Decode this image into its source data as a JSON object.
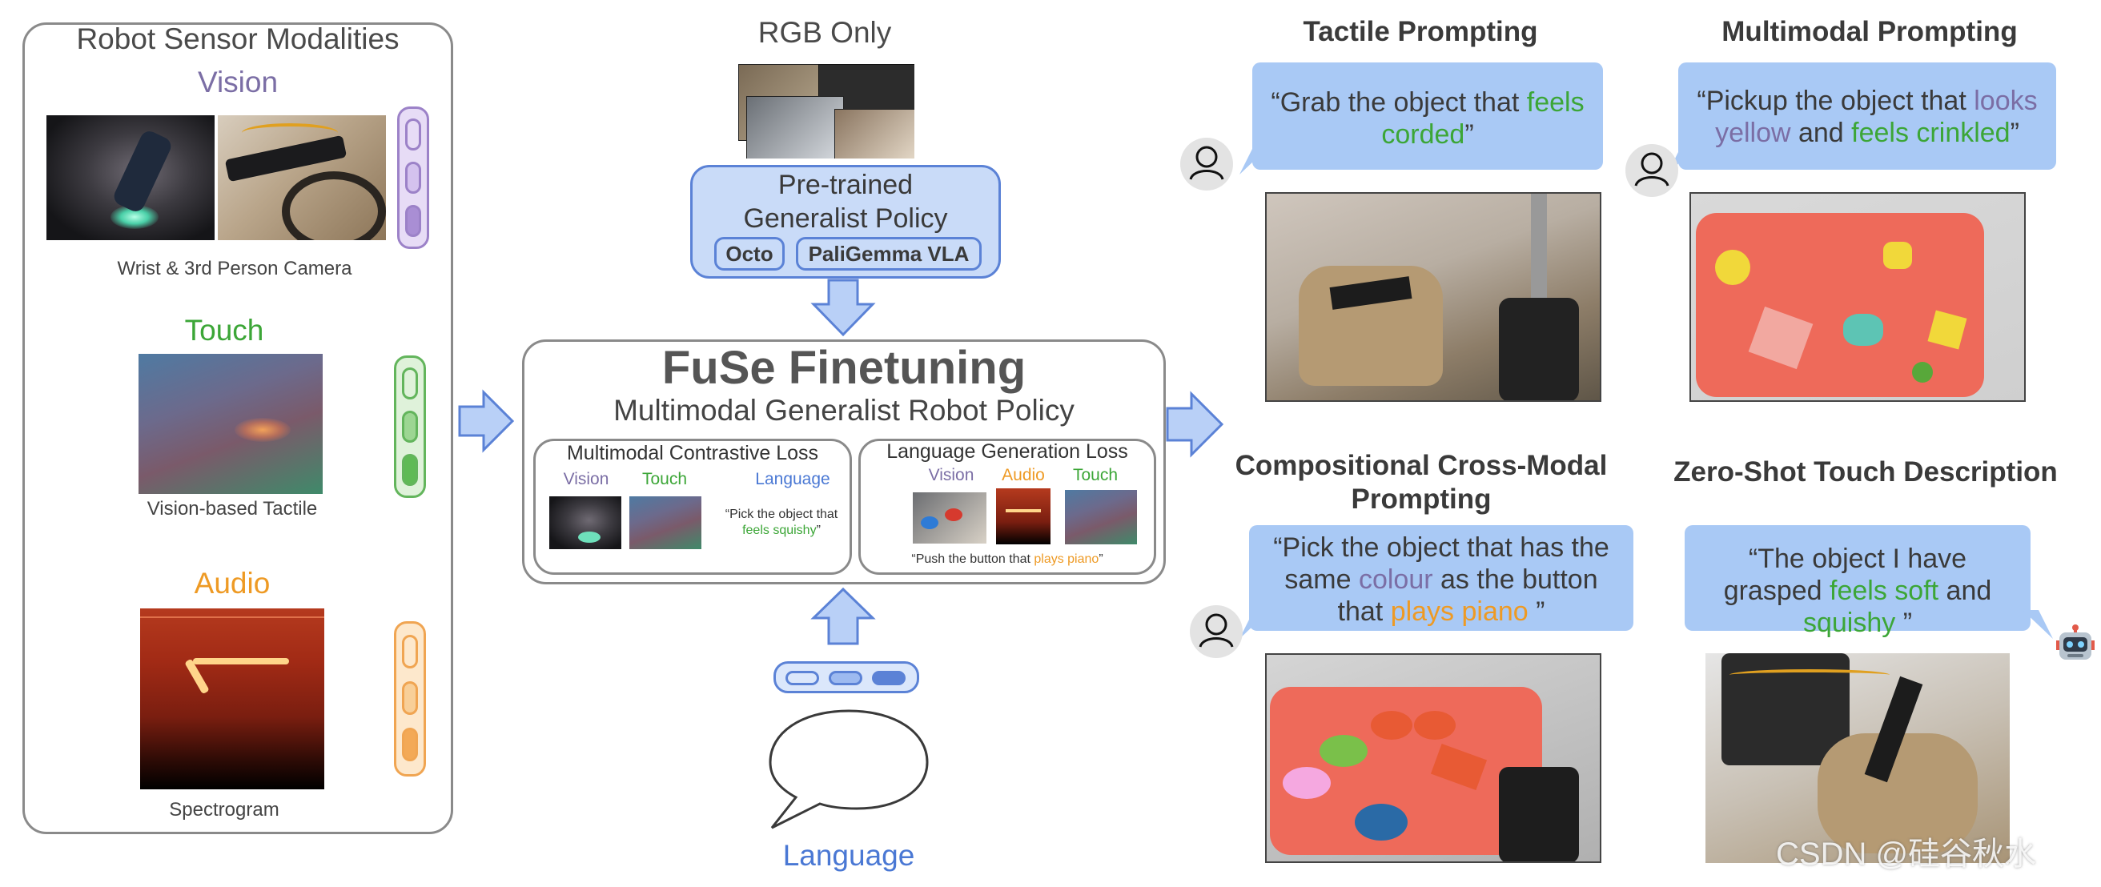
{
  "left_panel": {
    "title": "Robot Sensor Modalities",
    "vision": {
      "label": "Vision",
      "caption": "Wrist & 3rd Person Camera"
    },
    "touch": {
      "label": "Touch",
      "caption": "Vision-based Tactile"
    },
    "audio": {
      "label": "Audio",
      "caption": "Spectrogram"
    }
  },
  "center": {
    "rgb_label": "RGB Only",
    "pretrained": {
      "line1": "Pre-trained",
      "line2": "Generalist Policy",
      "opt1": "Octo",
      "opt2": "PaliGemma VLA"
    },
    "fuse": {
      "title": "FuSe Finetuning",
      "subtitle": "Multimodal Generalist Robot Policy",
      "contrastive": {
        "title": "Multimodal Contrastive Loss",
        "vision": "Vision",
        "touch": "Touch",
        "language": "Language",
        "quote_a": "“Pick the object that",
        "quote_b": "feels squishy",
        "quote_c": "”"
      },
      "generation": {
        "title": "Language Generation Loss",
        "vision": "Vision",
        "audio": "Audio",
        "touch": "Touch",
        "quote_a": "“Push the button that ",
        "quote_b": "plays piano",
        "quote_c": "”"
      }
    },
    "language_label": "Language"
  },
  "right": {
    "tactile": {
      "title": "Tactile Prompting",
      "q_open": "“Grab the object that ",
      "q_green": "feels corded",
      "q_close": "”"
    },
    "multimodal": {
      "title": "Multimodal Prompting",
      "q_open": "“Pickup the object that ",
      "q_purple": "looks yellow",
      "q_mid": " and ",
      "q_green": "feels crinkled",
      "q_close": "”"
    },
    "compositional": {
      "title_1": "Compositional Cross-Modal",
      "title_2": "Prompting",
      "q_open": "“Pick the object that has the same ",
      "q_purple": "colour",
      "q_mid": " as the button that ",
      "q_orange": "plays piano",
      "q_close": " ”"
    },
    "zeroshot": {
      "title": "Zero-Shot Touch Description",
      "q_open": "“The object I have grasped ",
      "q_green1": "feels soft",
      "q_mid": " and ",
      "q_green2": "squishy",
      "q_close": " ”"
    }
  },
  "watermark": "CSDN @硅谷秋水",
  "colors": {
    "vision": "#7b6ea5",
    "touch": "#3ca637",
    "audio": "#ee9a24",
    "language": "#4a78d4",
    "bubble": "#a9c9f5",
    "arrow": "#b9d0f7",
    "panel_border": "#8a8a8a"
  }
}
